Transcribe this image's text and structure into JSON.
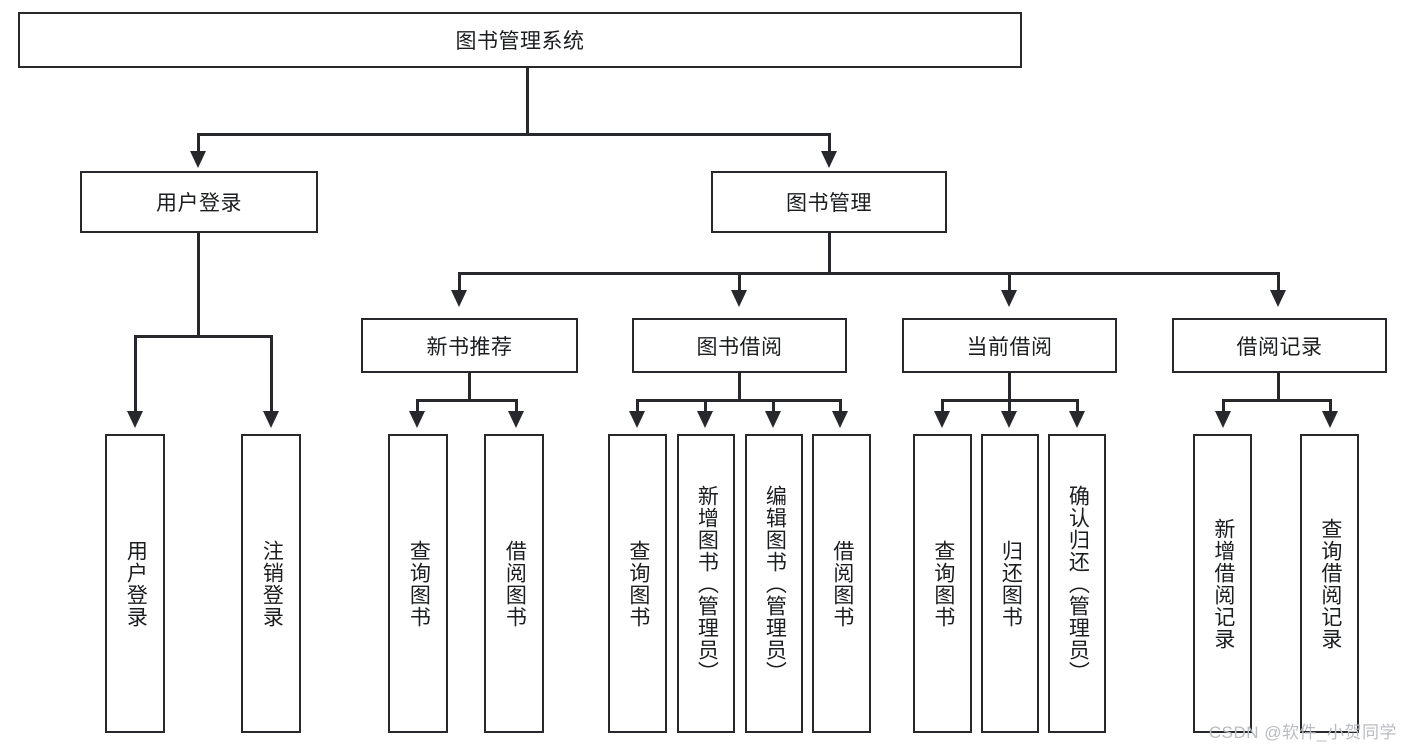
{
  "diagram": {
    "title": "图书管理系统",
    "type": "tree",
    "root": {
      "label": "图书管理系统"
    },
    "level2": [
      {
        "label": "用户登录"
      },
      {
        "label": "图书管理"
      }
    ],
    "level3": [
      {
        "label": "新书推荐"
      },
      {
        "label": "图书借阅"
      },
      {
        "label": "当前借阅"
      },
      {
        "label": "借阅记录"
      }
    ],
    "leaves": {
      "user_login": [
        {
          "label": "用户登录"
        },
        {
          "label": "注销登录"
        }
      ],
      "new_book_recommend": [
        {
          "label": "查询图书"
        },
        {
          "label": "借阅图书"
        }
      ],
      "book_borrow": [
        {
          "label": "查询图书"
        },
        {
          "label": "新增图书（管理员）"
        },
        {
          "label": "编辑图书（管理员）"
        },
        {
          "label": "借阅图书"
        }
      ],
      "current_borrow": [
        {
          "label": "查询图书"
        },
        {
          "label": "归还图书"
        },
        {
          "label": "确认归还（管理员）"
        }
      ],
      "borrow_record": [
        {
          "label": "新增借阅记录"
        },
        {
          "label": "查询借阅记录"
        }
      ]
    }
  },
  "watermark": {
    "text": "CSDN @软件_小贺同学"
  },
  "colors": {
    "stroke": "#26282b",
    "background": "#ffffff",
    "text": "#1b1d1f",
    "watermark": "#b9bcc0"
  }
}
